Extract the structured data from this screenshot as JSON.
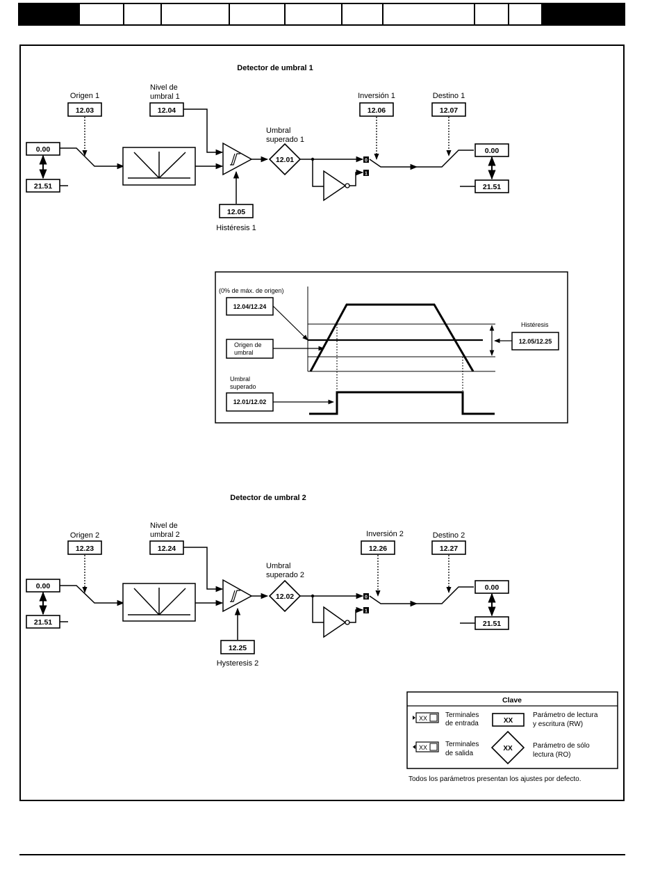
{
  "detector1": {
    "title": "Detector de umbral 1",
    "source_label": "Origen 1",
    "source_param": "12.03",
    "level_label_1": "Nivel de",
    "level_label_2": "umbral 1",
    "level_param": "12.04",
    "exceeded_label_1": "Umbral",
    "exceeded_label_2": "superado 1",
    "exceeded_param": "12.01",
    "hysteresis_param": "12.05",
    "hysteresis_label": "Histéresis 1",
    "invert_label": "Inversión 1",
    "invert_param": "12.06",
    "dest_label": "Destino 1",
    "dest_param": "12.07",
    "input_term": "0.00",
    "input_term_ref": "21.51",
    "output_term": "0.00",
    "output_term_ref": "21.51",
    "switch_0": "0",
    "switch_1": "1"
  },
  "detector2": {
    "title": "Detector de umbral 2",
    "source_label": "Origen 2",
    "source_param": "12.23",
    "level_label_1": "Nivel de",
    "level_label_2": "umbral 2",
    "level_param": "12.24",
    "exceeded_label_1": "Umbral",
    "exceeded_label_2": "superado 2",
    "exceeded_param": "12.02",
    "hysteresis_param": "12.25",
    "hysteresis_label": "Hysteresis 2",
    "invert_label": "Inversión 2",
    "invert_param": "12.26",
    "dest_label": "Destino 2",
    "dest_param": "12.27",
    "input_term": "0.00",
    "input_term_ref": "21.51",
    "output_term": "0.00",
    "output_term_ref": "21.51",
    "switch_0": "0",
    "switch_1": "1"
  },
  "timing": {
    "axis_note": "(0% de máx. de origen)",
    "level_param": "12.04/12.24",
    "source_label_1": "Origen de",
    "source_label_2": "umbral",
    "hysteresis_label": "Histéresis",
    "hysteresis_param": "12.05/12.25",
    "exceeded_label_1": "Umbral",
    "exceeded_label_2": "superado",
    "exceeded_param": "12.01/12.02"
  },
  "legend": {
    "title": "Clave",
    "terminal_symbol": "XX",
    "input_terminals_1": "Terminales",
    "input_terminals_2": "de entrada",
    "output_terminals_1": "Terminales",
    "output_terminals_2": "de salida",
    "rw_symbol": "XX",
    "rw_label_1": "Parámetro de lectura",
    "rw_label_2": "y escritura (RW)",
    "ro_symbol": "XX",
    "ro_label_1": "Parámetro de sólo",
    "ro_label_2": "lectura (RO)"
  },
  "footnote": "Todos los parámetros presentan los ajustes por defecto."
}
